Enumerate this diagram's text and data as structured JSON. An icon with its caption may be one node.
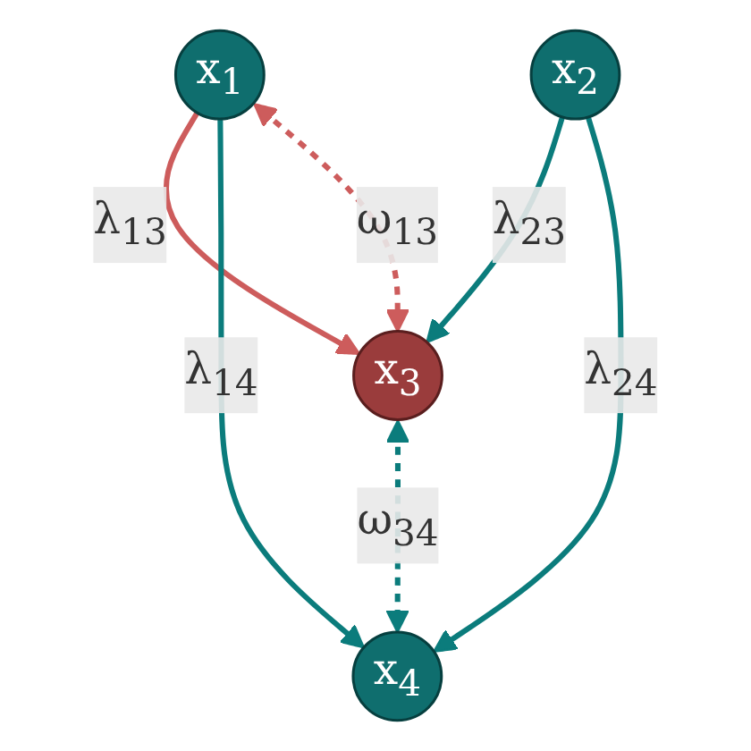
{
  "diagram": {
    "nodes": [
      {
        "text": [
          "x$_{1}$"
        ]
      },
      {
        "text": [
          "x$_{2}$"
        ]
      },
      {
        "text": [
          "x$_{3}$"
        ]
      },
      {
        "text": [
          "x$_{4}$"
        ]
      }
    ],
    "edges": [
      {
        "from": 0,
        "to": 2,
        "arrow": "to",
        "label": "λ$_{13}$",
        "color": "#cd5c5c"
      },
      {
        "from": 0,
        "to": 3,
        "arrow": "to",
        "label": "λ$_{14}$"
      },
      {
        "from": 1,
        "to": 2,
        "arrow": "to",
        "label": "λ$_{23}$"
      },
      {
        "from": 1,
        "to": 3,
        "arrow": "to",
        "label": "λ$_{24}$"
      },
      {
        "from": 0,
        "to": 2,
        "arrow": "both",
        "label": "ω$_{13}$",
        "style": "dashed",
        "color": "#cd5c5c"
      },
      {
        "from": 2,
        "to": 3,
        "arrow": "both",
        "label": "ω$_{34}$",
        "style": "dashed"
      }
    ]
  }
}
